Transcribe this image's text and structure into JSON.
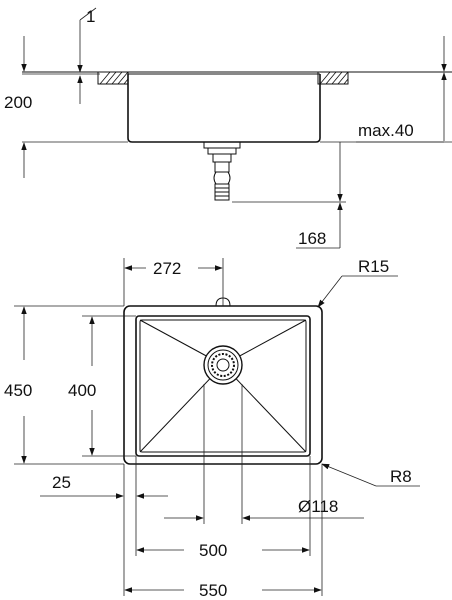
{
  "dimensions": {
    "rim_thickness": "1",
    "bowl_depth": "200",
    "max_worktop": "max.40",
    "drain_height": "168",
    "drain_offset": "272",
    "corner_radius_outer": "R15",
    "outer_depth": "450",
    "inner_depth": "400",
    "flange": "25",
    "corner_radius_inner": "R8",
    "drain_diameter": "Ø118",
    "inner_width": "500",
    "outer_width": "550"
  }
}
